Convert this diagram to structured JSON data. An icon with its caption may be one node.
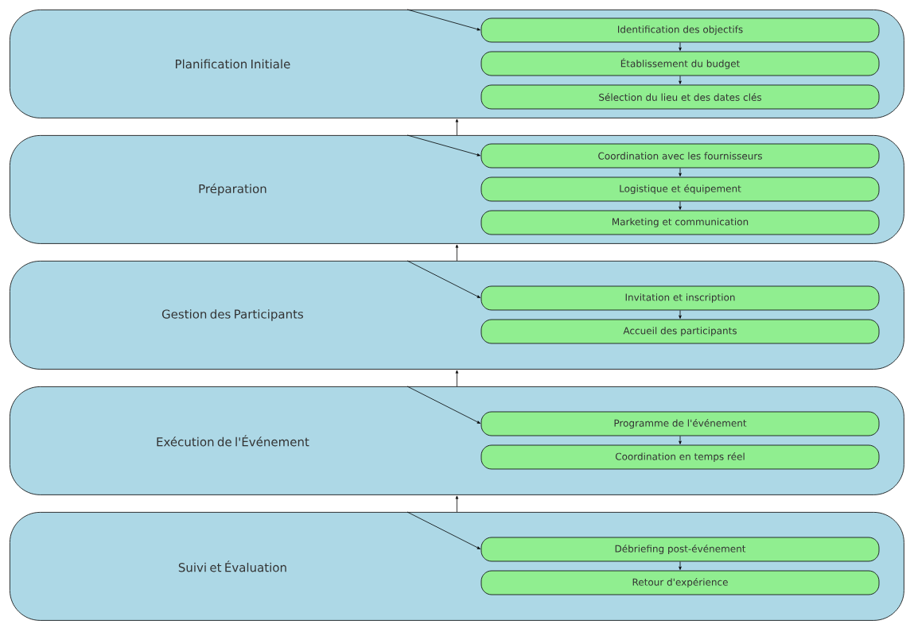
{
  "diagram": {
    "nodes": [
      {
        "text": [
          "Planification Initiale"
        ]
      },
      {
        "text": [
          "Identification des objectifs"
        ],
        "in": 0
      },
      {
        "text": [
          "Établissement du budget"
        ],
        "in": 0
      },
      {
        "text": [
          "Sélection du lieu et des dates clés"
        ],
        "in": 0
      },
      {
        "text": [
          "Préparation"
        ]
      },
      {
        "text": [
          "Coordination avec les fournisseurs"
        ],
        "in": 4
      },
      {
        "text": [
          "Logistique et équipement"
        ],
        "in": 4
      },
      {
        "text": [
          "Marketing et communication"
        ],
        "in": 4
      },
      {
        "text": [
          "Gestion des Participants"
        ]
      },
      {
        "text": [
          "Invitation et inscription"
        ],
        "in": 8
      },
      {
        "text": [
          "Accueil des participants"
        ],
        "in": 8
      },
      {
        "text": [
          "Exécution de l'Événement"
        ]
      },
      {
        "text": [
          "Programme de l'événement"
        ],
        "in": 11
      },
      {
        "text": [
          "Coordination en temps réel"
        ],
        "in": 11
      },
      {
        "text": [
          "Suivi et Évaluation"
        ]
      },
      {
        "text": [
          "Débriefing post-événement"
        ],
        "in": 14
      },
      {
        "text": [
          "Retour d'expérience"
        ],
        "in": 14
      }
    ],
    "edges": [
      {
        "from": 4,
        "to": 0,
        "arrow": "to"
      },
      {
        "from": 8,
        "to": 4,
        "arrow": "to"
      },
      {
        "from": 11,
        "to": 8,
        "arrow": "to"
      },
      {
        "from": 14,
        "to": 11,
        "arrow": "to"
      },
      {
        "from": 0,
        "to": 1,
        "arrow": "to"
      },
      {
        "from": 4,
        "to": 5,
        "arrow": "to"
      },
      {
        "from": 8,
        "to": 9,
        "arrow": "to"
      },
      {
        "from": 11,
        "to": 12,
        "arrow": "to"
      },
      {
        "from": 14,
        "to": 15,
        "arrow": "to"
      },
      {
        "from": 1,
        "to": 2,
        "arrow": "to"
      },
      {
        "from": 2,
        "to": 3,
        "arrow": "to"
      },
      {
        "from": 5,
        "to": 6,
        "arrow": "to"
      },
      {
        "from": 6,
        "to": 7,
        "arrow": "to"
      },
      {
        "from": 9,
        "to": 10,
        "arrow": "to"
      },
      {
        "from": 12,
        "to": 13,
        "arrow": "to"
      },
      {
        "from": 15,
        "to": 16,
        "arrow": "to"
      }
    ]
  }
}
